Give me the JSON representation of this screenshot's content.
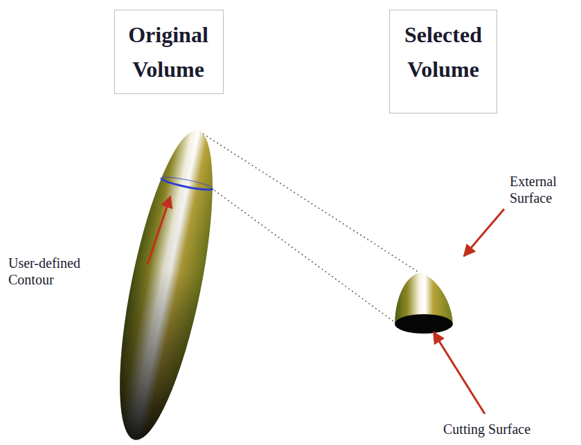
{
  "diagram": {
    "nodes": [
      {
        "text": [
          "Original Volume"
        ]
      },
      {
        "text": [
          "Selected Volume"
        ]
      }
    ],
    "labels": [
      "User-defined Contour",
      "External Surface",
      "Cutting Surface"
    ]
  }
}
